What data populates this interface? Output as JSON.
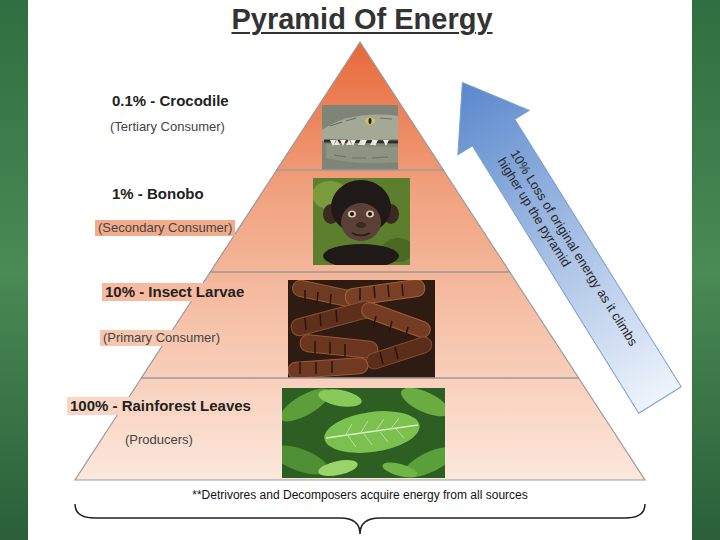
{
  "diagram": {
    "title": "Pyramid Of Energy",
    "nodes": [
      {
        "text": [
          "0.1% - Crocodile",
          "(Tertiary Consumer)"
        ]
      },
      {
        "text": [
          "1% - Bonobo",
          "(Secondary Consumer)"
        ]
      },
      {
        "text": [
          "10% - Insect Larvae",
          "(Primary Consumer)"
        ]
      },
      {
        "text": [
          "100% - Rainforest Leaves",
          "(Producers)"
        ]
      }
    ],
    "labels": [
      "10% Loss of original energy as it climbs higher up the pyramid",
      "**Detrivores and Decomposers acquire energy from all sources"
    ]
  }
}
